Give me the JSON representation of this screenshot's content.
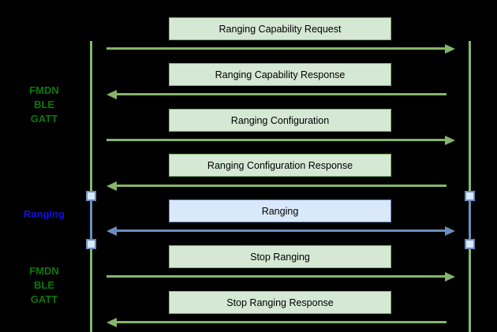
{
  "diagram": {
    "background": "#000000",
    "colors": {
      "green-fill": "#d5e8d4",
      "green-stroke": "#85b56a",
      "blue-fill": "#dae8fc",
      "blue-stroke": "#6c8ebf",
      "phase-green": "#0c780c",
      "phase-blue": "#0f0fe8",
      "message-text": "#000000",
      "background": "#000000"
    },
    "phases": [
      {
        "id": "fmdn-ble-gatt-top",
        "style": "green",
        "lines": [
          "FMDN",
          "BLE",
          "GATT"
        ]
      },
      {
        "id": "ranging",
        "style": "blue",
        "lines": [
          "Ranging"
        ]
      },
      {
        "id": "fmdn-ble-gatt-bottom",
        "style": "green",
        "lines": [
          "FMDN",
          "BLE",
          "GATT"
        ]
      }
    ],
    "messages": [
      {
        "label": "Ranging Capability Request",
        "direction": "right",
        "style": "green"
      },
      {
        "label": "Ranging Capability Response",
        "direction": "left",
        "style": "green"
      },
      {
        "label": "Ranging Configuration",
        "direction": "right",
        "style": "green"
      },
      {
        "label": "Ranging Configuration Response",
        "direction": "left",
        "style": "green"
      },
      {
        "label": "Ranging",
        "direction": "both",
        "style": "blue"
      },
      {
        "label": "Stop Ranging",
        "direction": "right",
        "style": "green"
      },
      {
        "label": "Stop Ranging Response",
        "direction": "left",
        "style": "green"
      }
    ]
  }
}
